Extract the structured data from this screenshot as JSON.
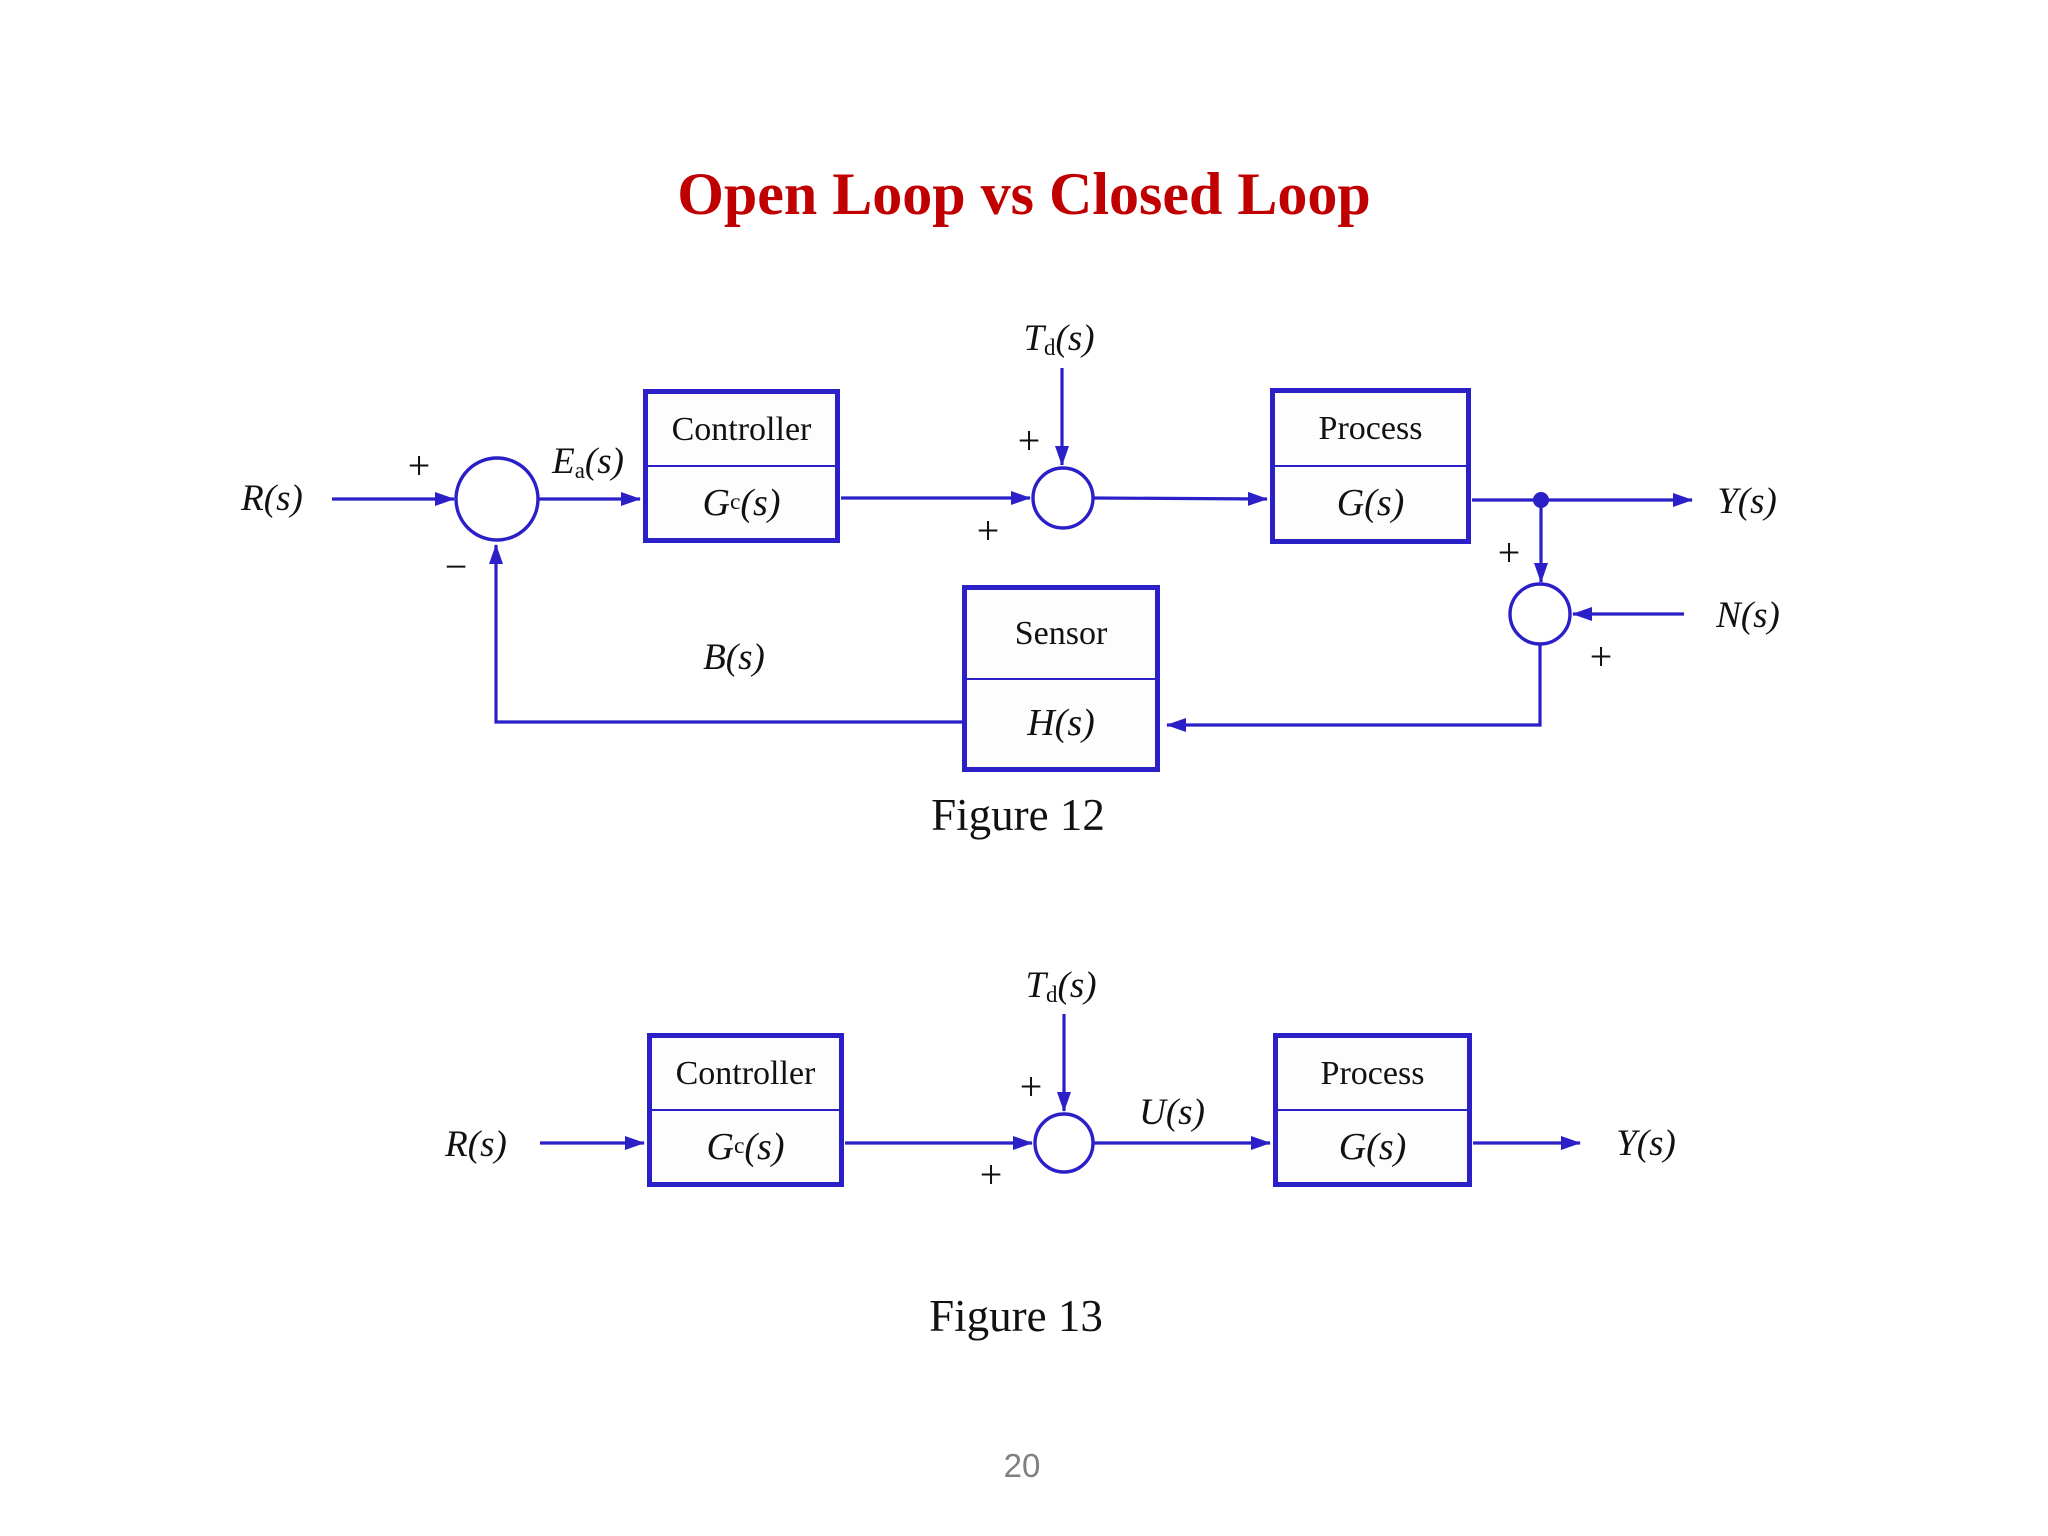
{
  "page": {
    "title": "Open Loop vs Closed Loop",
    "page_number": "20"
  },
  "colors": {
    "diagram_blue": "#2B1FC8",
    "title_red": "#C00000",
    "text_black": "#111111",
    "page_number_gray": "#808080"
  },
  "fig12": {
    "caption": "Figure 12",
    "controller": {
      "title": "Controller",
      "tf": {
        "main": "G",
        "sub": "c",
        "rest": "(s)"
      }
    },
    "process": {
      "title": "Process",
      "tf": {
        "main": "G",
        "sub": "",
        "rest": "(s)"
      }
    },
    "sensor": {
      "title": "Sensor",
      "tf": {
        "main": "H",
        "sub": "",
        "rest": "(s)"
      }
    },
    "labels": {
      "input": {
        "main": "R",
        "sub": "",
        "rest": "(s)"
      },
      "error": {
        "main": "E",
        "sub": "a",
        "rest": "(s)"
      },
      "disturbance": {
        "main": "T",
        "sub": "d",
        "rest": "(s)"
      },
      "output": {
        "main": "Y",
        "sub": "",
        "rest": "(s)"
      },
      "noise": {
        "main": "N",
        "sub": "",
        "rest": "(s)"
      },
      "feedback": {
        "main": "B",
        "sub": "",
        "rest": "(s)"
      }
    },
    "signs": {
      "sum1_plus": "+",
      "sum1_minus": "−",
      "sum2_plus_top": "+",
      "sum2_plus_left": "+",
      "sum3_plus_top": "+",
      "sum3_plus_right": "+"
    }
  },
  "fig13": {
    "caption": "Figure 13",
    "controller": {
      "title": "Controller",
      "tf": {
        "main": "G",
        "sub": "c",
        "rest": "(s)"
      }
    },
    "process": {
      "title": "Process",
      "tf": {
        "main": "G",
        "sub": "",
        "rest": "(s)"
      }
    },
    "labels": {
      "input": {
        "main": "R",
        "sub": "",
        "rest": "(s)"
      },
      "disturbance": {
        "main": "T",
        "sub": "d",
        "rest": "(s)"
      },
      "control": {
        "main": "U",
        "sub": "",
        "rest": "(s)"
      },
      "output": {
        "main": "Y",
        "sub": "",
        "rest": "(s)"
      }
    },
    "signs": {
      "sum_plus_top": "+",
      "sum_plus_left": "+"
    }
  }
}
